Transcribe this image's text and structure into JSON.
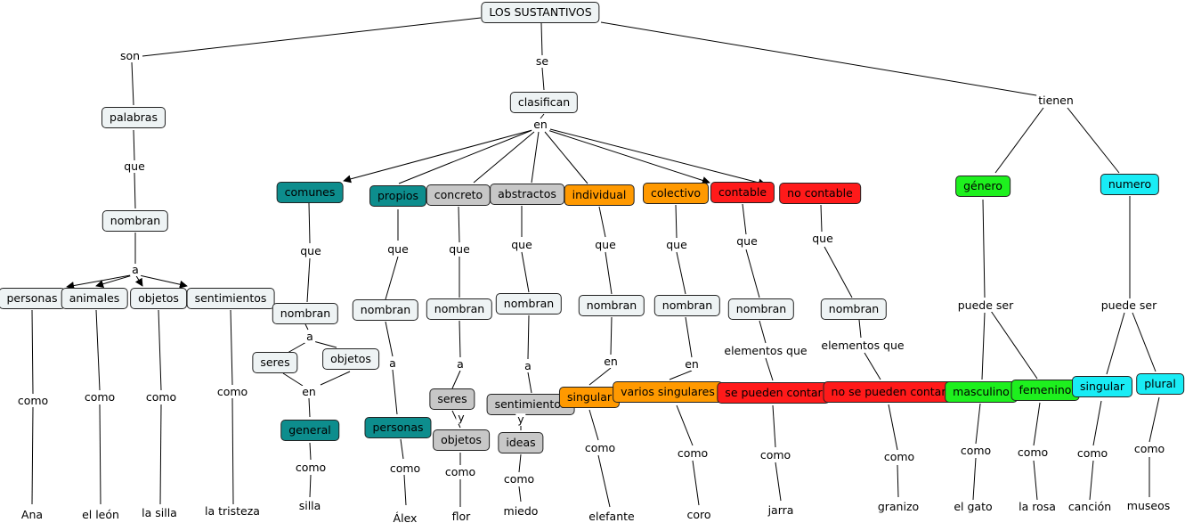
{
  "map": {
    "root": "LOS SUSTANTIVOS",
    "nodes": {
      "palabras": "palabras",
      "nombran_a": "nombran",
      "personas": "personas",
      "animales": "animales",
      "objetos": "objetos",
      "sentimientos": "sentimientos",
      "clasifican": "clasifican",
      "comunes": "comunes",
      "propios": "propios",
      "concreto": "concreto",
      "abstractos": "abstractos",
      "individual": "individual",
      "colectivo": "colectivo",
      "contable": "contable",
      "no_contable": "no contable",
      "genero": "género",
      "numero": "numero",
      "nombran_comunes": "nombran",
      "seres_comunes": "seres",
      "objetos_comunes": "objetos",
      "general": "general",
      "nombran_propios": "nombran",
      "personas_propios": "personas",
      "nombran_concreto": "nombran",
      "seres_concreto": "seres",
      "objetos_concreto": "objetos",
      "nombran_abstractos": "nombran",
      "sentimientos_abstractos": "sentimientos",
      "ideas": "ideas",
      "nombran_individual": "nombran",
      "singular_ind": "singular",
      "nombran_colectivo": "nombran",
      "varios_singulares": "varios singulares",
      "nombran_contable": "nombran",
      "se_pueden_contar": "se pueden contar",
      "nombran_no_contable": "nombran",
      "no_se_pueden_contar": "no se pueden contar",
      "masculino": "masculino",
      "femenino": "femenino",
      "singular_num": "singular",
      "plural": "plural"
    },
    "labels": {
      "son": "son",
      "se": "se",
      "tienen": "tienen",
      "en_clasifican": "en",
      "que_palabras": "que",
      "a_nombran": "a",
      "como_personas": "como",
      "como_animales": "como",
      "como_objetos": "como",
      "como_sentimientos": "como",
      "ana": "Ana",
      "el_leon": "el león",
      "la_silla": "la silla",
      "la_tristeza": "la tristeza",
      "que_comunes": "que",
      "a_comunes": "a",
      "en_comunes": "en",
      "como_general": "como",
      "silla": "silla",
      "que_propios": "que",
      "a_propios": "a",
      "como_propios": "como",
      "alex": "Álex",
      "que_concreto": "que",
      "a_concreto": "a",
      "y_concreto": "y",
      "como_concreto": "como",
      "flor": "flor",
      "que_abstractos": "que",
      "a_abstractos": "a",
      "y_abstractos": "y",
      "como_abstractos": "como",
      "miedo": "miedo",
      "que_individual": "que",
      "en_individual": "en",
      "como_individual": "como",
      "elefante": "elefante",
      "que_colectivo": "que",
      "en_colectivo": "en",
      "como_colectivo": "como",
      "coro": "coro",
      "que_contable": "que",
      "elementos_que_contable": "elementos que",
      "como_contable": "como",
      "jarra": "jarra",
      "que_no_contable": "que",
      "elementos_que_no_contable": "elementos que",
      "como_no_contable": "como",
      "granizo": "granizo",
      "puede_ser_genero": "puede ser",
      "como_masculino": "como",
      "el_gato": "el gato",
      "como_femenino": "como",
      "la_rosa": "la rosa",
      "puede_ser_numero": "puede ser",
      "como_singular": "como",
      "cancion": "canción",
      "como_plural": "como",
      "museos": "museos"
    },
    "colors": {
      "light": "#eef3f4",
      "teal": "#0d8d8d",
      "gray": "#c7c7c7",
      "orange": "#ff9900",
      "red": "#ff1a1a",
      "green": "#1ef01e",
      "cyan": "#19ecf5",
      "line": "#000000"
    }
  }
}
